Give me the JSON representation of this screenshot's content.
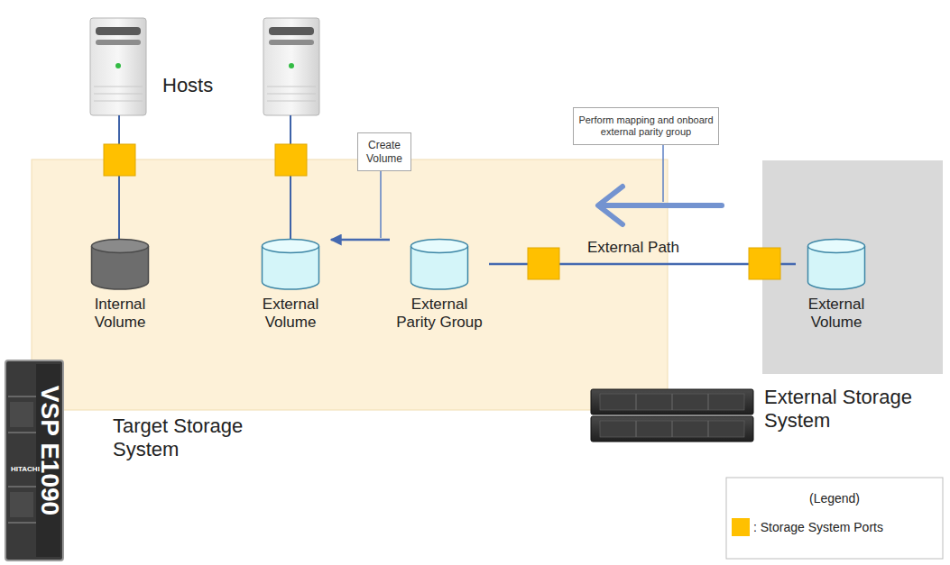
{
  "diagram": {
    "nodes": [
      {
        "text": [
          "Target Storage System"
        ]
      },
      {
        "text": [
          "Create Volume"
        ]
      },
      {
        "text": [
          "Internal Volume"
        ],
        "in": 0
      },
      {
        "text": [
          "External Volume"
        ],
        "in": 0
      },
      {
        "text": [
          "External Parity Group"
        ],
        "in": 0
      },
      {
        "text": [
          "Perform mapping and onboard external parity group"
        ]
      },
      {
        "text": [
          "External Storage System"
        ]
      },
      {
        "text": [
          "External Volume"
        ],
        "in": 6
      }
    ],
    "edges": [
      {
        "from": 4,
        "to": 3,
        "arrow": "to"
      },
      {
        "from": 7,
        "to": 4,
        "label": "External Path",
        "arrow": "none"
      }
    ],
    "labels": [
      "Hosts",
      "HITACHI",
      "VSP E1090",
      "(Legend)"
    ],
    "legend": [
      {
        "text": ": Storage System Ports",
        "color": "#ffc000"
      }
    ]
  }
}
